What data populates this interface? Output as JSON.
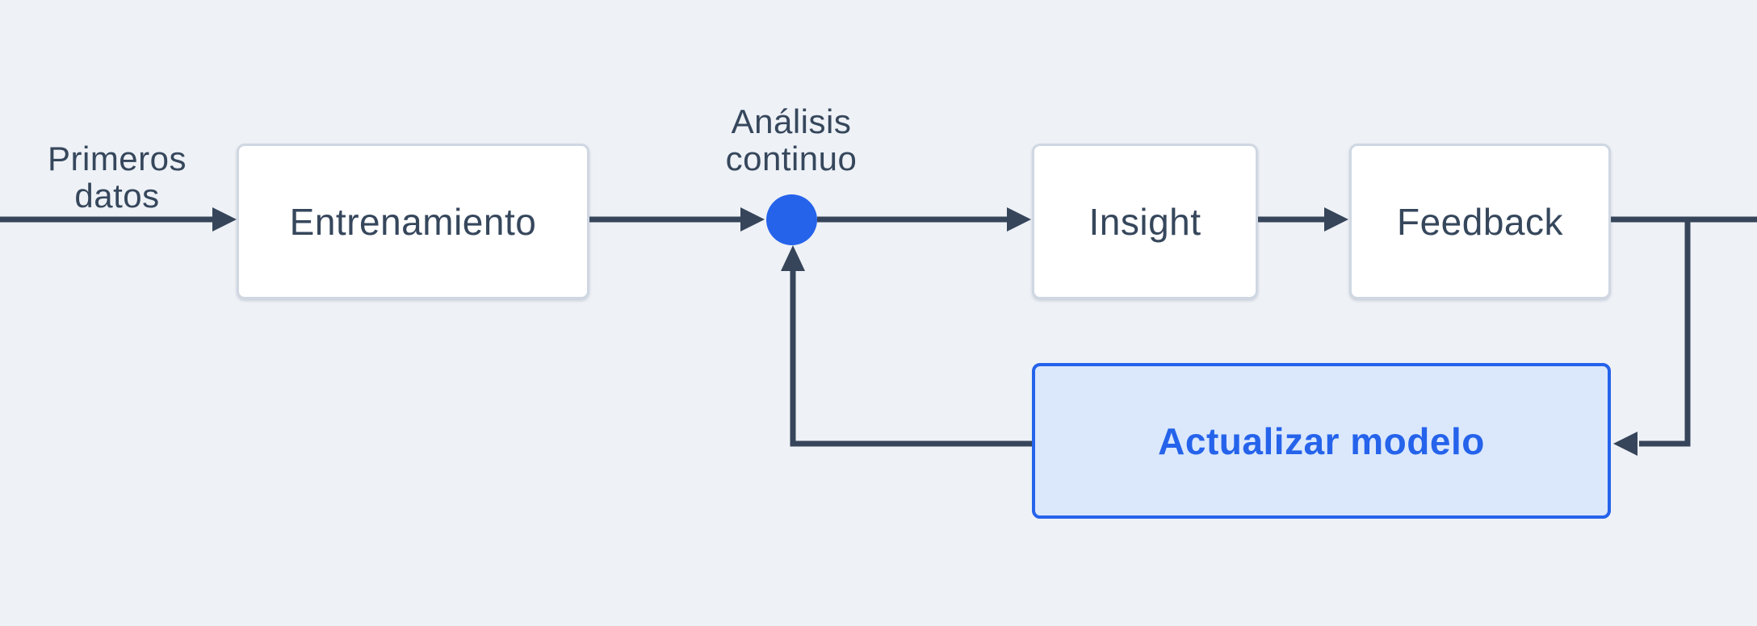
{
  "diagram": {
    "colors": {
      "background": "#eef1f6",
      "line": "#36455a",
      "text_dark": "#36475c",
      "accent": "#2563eb",
      "accent_fill": "#dbe8fc",
      "node_fill": "#ffffff",
      "node_border": "#cfd7e2"
    },
    "nodes": {
      "entrenamiento": {
        "label": "Entrenamiento"
      },
      "insight": {
        "label": "Insight"
      },
      "feedback": {
        "label": "Feedback"
      },
      "actualizar_modelo": {
        "label": "Actualizar modelo"
      },
      "junction": {
        "label": "Análisis\ncontinuo"
      }
    },
    "edge_labels": {
      "primeros_datos": "Primeros\ndatos"
    }
  }
}
